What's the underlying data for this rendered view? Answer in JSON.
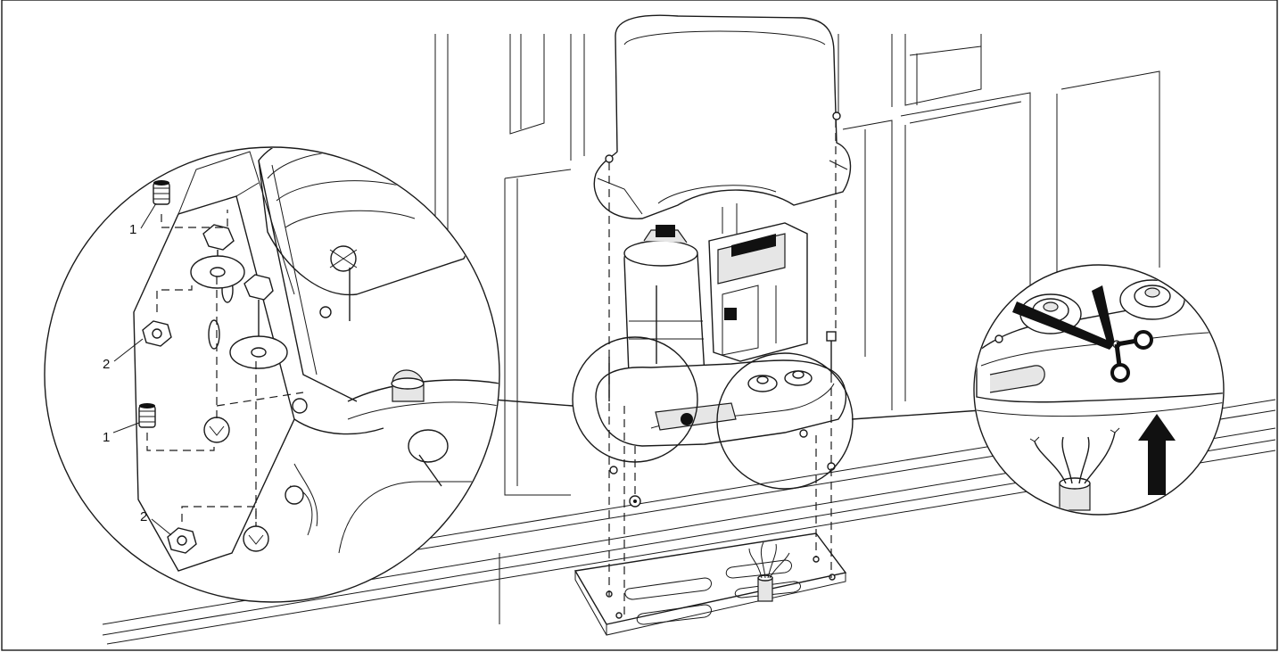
{
  "figure": {
    "callouts": [
      {
        "id": "label-1-top",
        "text": "1"
      },
      {
        "id": "label-2-top",
        "text": "2"
      },
      {
        "id": "label-1-bottom",
        "text": "1"
      },
      {
        "id": "label-2-bottom",
        "text": "2"
      }
    ],
    "icons": {
      "cut": "scissors-icon",
      "direction": "arrow-up-icon"
    },
    "colors": {
      "line": "#1a1a1a",
      "background": "#ffffff",
      "shade": "#e6e6e6"
    }
  }
}
